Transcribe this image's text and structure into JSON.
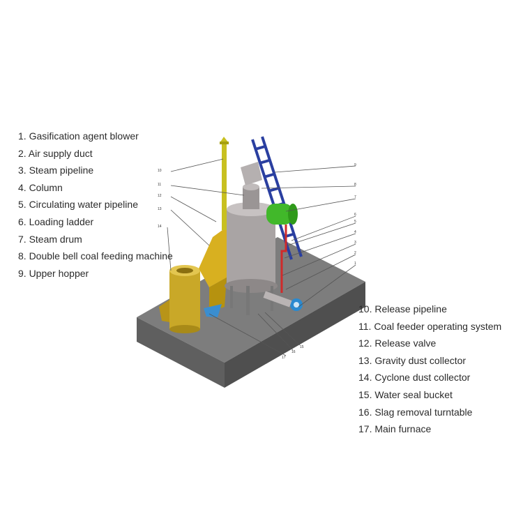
{
  "legend_left": [
    "1. Gasification agent blower",
    "2. Air supply duct",
    "3. Steam pipeline",
    "4. Column",
    "5. Circulating water pipeline",
    "6. Loading ladder",
    "7. Steam drum",
    "8. Double bell coal feeding machine",
    "9. Upper hopper"
  ],
  "legend_right": [
    "10. Release pipeline",
    "11. Coal feeder operating system",
    "12. Release valve",
    "13. Gravity dust collector",
    "14. Cyclone dust collector",
    "15. Water seal bucket",
    "16. Slag removal turntable",
    "17. Main furnace"
  ],
  "callout_numbers_right": [
    "9",
    "8",
    "7",
    "6",
    "5",
    "4",
    "3",
    "2",
    "1"
  ],
  "callout_numbers_left": [
    "10",
    "11",
    "12",
    "13",
    "14"
  ],
  "callout_numbers_bottom": [
    "15",
    "16",
    "17"
  ],
  "colors": {
    "base": "#6e6e6e",
    "furnace": "#a9a4a4",
    "steam_drum": "#41b82a",
    "ladder": "#2a3fa0",
    "cyclone": "#d8b020",
    "release_pipe": "#c8c020",
    "water_pipe": "#d02a2a",
    "blower": "#2a8ad0"
  }
}
